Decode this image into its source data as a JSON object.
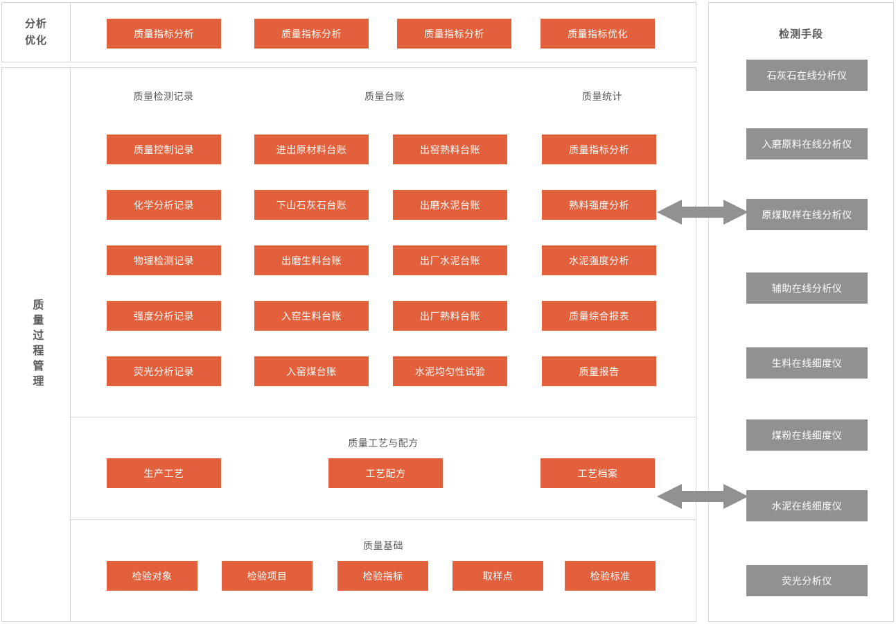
{
  "colors": {
    "accent_orange": "#E2603C",
    "accent_gray": "#919191",
    "border": "#d4d4d4",
    "text": "#595959"
  },
  "top_band": {
    "side_label_line1": "分析",
    "side_label_line2": "优化",
    "buttons": [
      "质量指标分析",
      "质量指标分析",
      "质量指标分析",
      "质量指标优化"
    ]
  },
  "main_panel": {
    "side_label": "质量过程管理",
    "records_section": {
      "column_titles": [
        "质量检测记录",
        "质量台账",
        "质量统计"
      ],
      "columns": [
        {
          "name": "质量检测记录",
          "items": [
            "质量控制记录",
            "化学分析记录",
            "物理检测记录",
            "强度分析记录",
            "荧光分析记录"
          ]
        },
        {
          "name": "质量台账-左",
          "items": [
            "进出原材料台账",
            "下山石灰石台账",
            "出磨生料台账",
            "入窑生料台账",
            "入窑煤台账"
          ]
        },
        {
          "name": "质量台账-右",
          "items": [
            "出窑熟料台账",
            "出磨水泥台账",
            "出厂水泥台账",
            "出厂熟料台账",
            "水泥均匀性试验"
          ]
        },
        {
          "name": "质量统计",
          "items": [
            "质量指标分析",
            "熟料强度分析",
            "水泥强度分析",
            "质量综合报表",
            "质量报告"
          ]
        }
      ]
    },
    "craft_section": {
      "title": "质量工艺与配方",
      "items": [
        "生产工艺",
        "工艺配方",
        "工艺档案"
      ]
    },
    "basis_section": {
      "title": "质量基础",
      "items": [
        "检验对象",
        "检验项目",
        "检验指标",
        "取样点",
        "检验标准"
      ]
    }
  },
  "right_panel": {
    "title": "检测手段",
    "items": [
      "石灰石在线分析仪",
      "入磨原料在线分析仪",
      "原煤取样在线分析仪",
      "辅助在线分析仪",
      "生料在线细度仪",
      "煤粉在线细度仪",
      "水泥在线细度仪",
      "荧光分析仪"
    ]
  },
  "connectors": [
    {
      "name": "双向箭头-上",
      "direction": "both"
    },
    {
      "name": "双向箭头-下",
      "direction": "both"
    }
  ]
}
